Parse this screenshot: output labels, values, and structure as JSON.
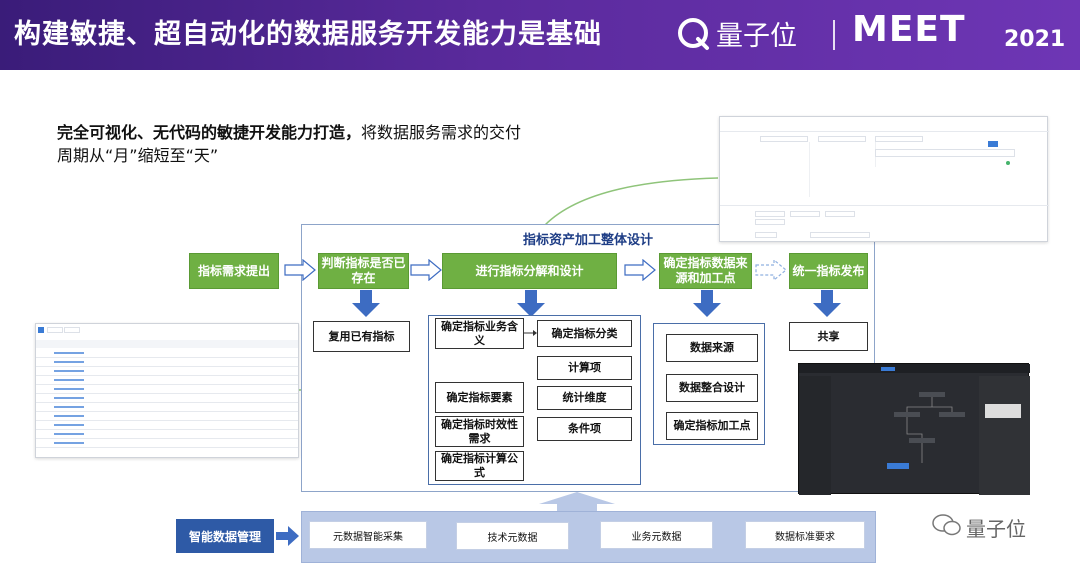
{
  "header": {
    "title": "构建敏捷、超自动化的数据服务开发能力是基础",
    "logo_name": "量子位",
    "event_name": "MEET",
    "event_year": "2021"
  },
  "intro": {
    "bold": "完全可视化、无代码的敏捷开发能力打造，",
    "rest": "将数据服务需求的交付周期从“月”缩短至“天”"
  },
  "diagram": {
    "frame_title": "指标资产加工整体设计",
    "flow": {
      "step1": "指标需求提出",
      "step2": "判断指标是否已存在",
      "step3": "进行指标分解和设计",
      "step4": "确定指标数据来源和加工点",
      "step5": "统一指标发布"
    },
    "sub": {
      "reuse": "复用已有指标",
      "share": "共享",
      "business_meaning": "确定指标业务含义",
      "indicator_category": "确定指标分类",
      "calc_item": "计算项",
      "elements": "确定指标要素",
      "stat_dimension": "统计维度",
      "timeliness": "确定指标时效性需求",
      "condition": "条件项",
      "formula": "确定指标计算公式",
      "data_source": "数据来源",
      "integration": "数据整合设计",
      "processing_point": "确定指标加工点"
    },
    "bottom": {
      "management": "智能数据管理",
      "items": [
        "元数据智能采集",
        "技术元数据",
        "业务元数据",
        "数据标准要求"
      ]
    }
  },
  "watermark": "量子位",
  "colors": {
    "header_start": "#3a1c79",
    "header_end": "#6e36b5",
    "green": "#6fb043",
    "blue_arrow": "#3d6cc2",
    "frame_border": "#8da4c9",
    "band": "#b9c8e6",
    "mgmt": "#2e5aa6"
  }
}
